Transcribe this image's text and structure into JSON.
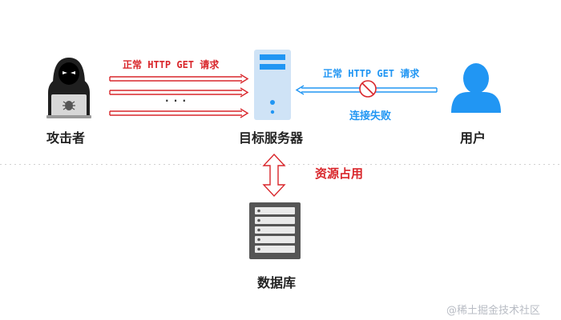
{
  "nodes": {
    "attacker": "攻击者",
    "server": "目标服务器",
    "user": "用户",
    "database": "数据库"
  },
  "labels": {
    "attack_request": "正常 HTTP GET 请求",
    "user_request": "正常 HTTP GET 请求",
    "connection_failed": "连接失败",
    "resource_usage": "资源占用",
    "ellipsis": "· · ·"
  },
  "watermark": "@稀土掘金技术社区",
  "colors": {
    "attack": "#d9262b",
    "user": "#2196f3",
    "server_fill": "#cfe3f6",
    "server_accent": "#2196f3",
    "database": "#555555",
    "attacker": "#1f1f1f"
  },
  "icons": {
    "attacker": "hooded-hacker-icon",
    "server": "server-tower-icon",
    "user": "user-person-icon",
    "database": "database-rack-icon",
    "blocked": "prohibited-icon"
  }
}
